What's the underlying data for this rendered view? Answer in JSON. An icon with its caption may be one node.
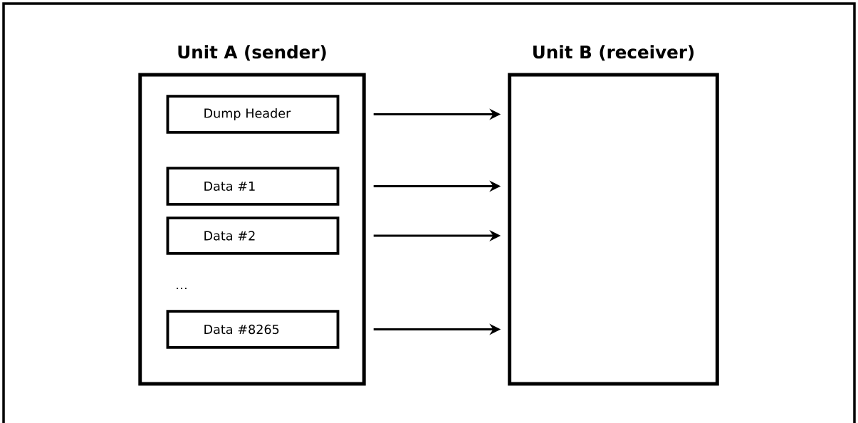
{
  "diagram": {
    "nodes": [
      {
        "text": [
          "Unit A (sender)"
        ]
      },
      {
        "text": [
          "Dump Header"
        ],
        "in": 0
      },
      {
        "text": [
          "Data #1"
        ],
        "in": 0
      },
      {
        "text": [
          "Data #2"
        ],
        "in": 0
      },
      {
        "text": [
          "Data #8265"
        ],
        "in": 0
      },
      {
        "text": [
          "Unit B (receiver)"
        ]
      }
    ],
    "edges": [
      {
        "from": 1,
        "to": 5,
        "arrow": "to"
      },
      {
        "from": 2,
        "to": 5,
        "arrow": "to"
      },
      {
        "from": 3,
        "to": 5,
        "arrow": "to"
      },
      {
        "from": 4,
        "to": 5,
        "arrow": "to"
      }
    ],
    "labels": [
      "…"
    ]
  }
}
